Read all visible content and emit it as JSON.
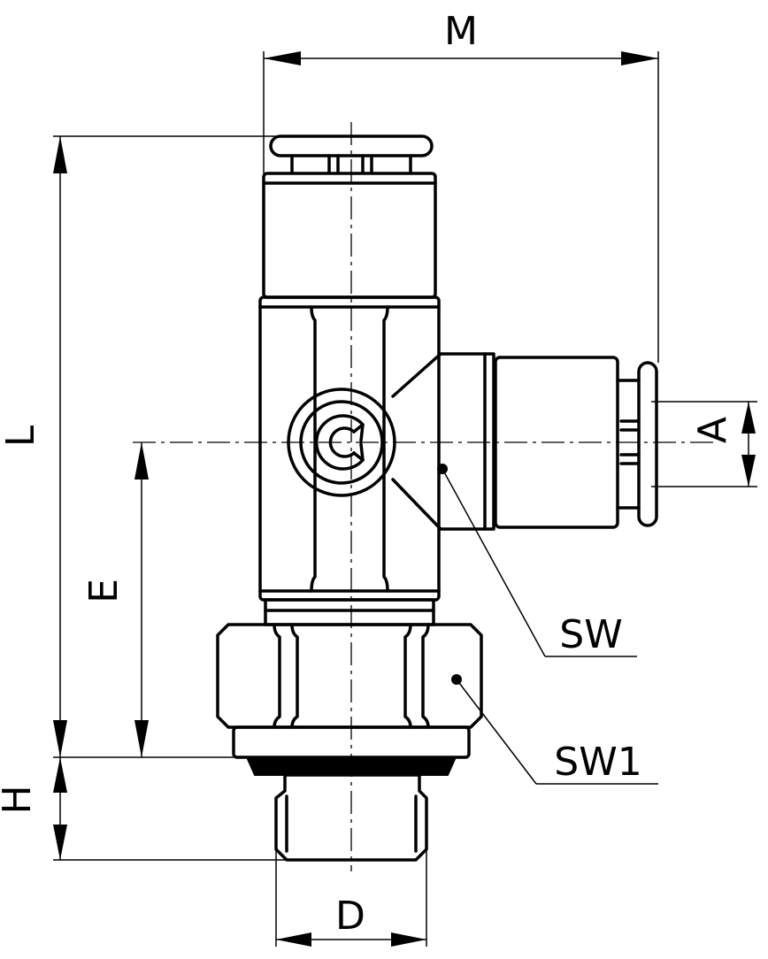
{
  "drawing": {
    "labels": {
      "M": "M",
      "L": "L",
      "E": "E",
      "H": "H",
      "D": "D",
      "A": "A",
      "SW": "SW",
      "SW1": "SW1"
    },
    "ink_color": "#000000",
    "background": "#ffffff"
  }
}
